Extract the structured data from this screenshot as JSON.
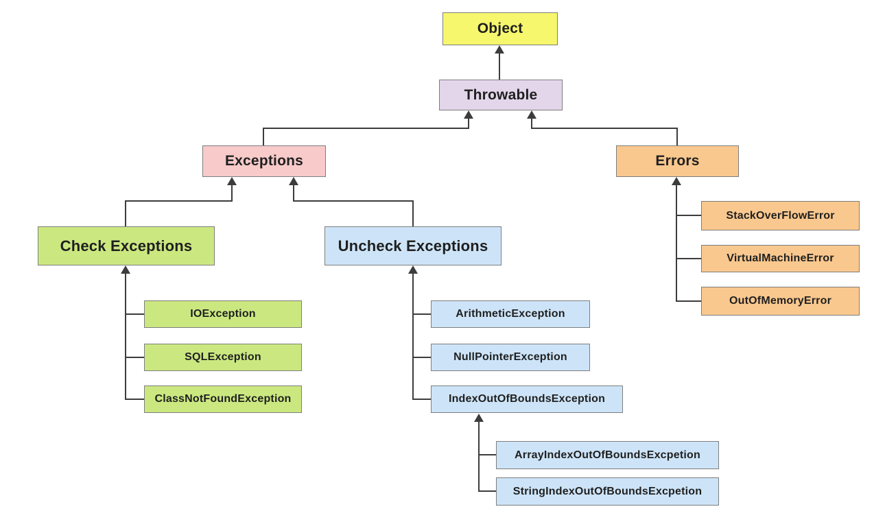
{
  "nodes": {
    "object": {
      "label": "Object",
      "fill": "#F7F76D"
    },
    "throwable": {
      "label": "Throwable",
      "fill": "#E3D6EA"
    },
    "exceptions": {
      "label": "Exceptions",
      "fill": "#F8CACA"
    },
    "errors": {
      "label": "Errors",
      "fill": "#F9C88E"
    },
    "check_exceptions": {
      "label": "Check Exceptions",
      "fill": "#CBE880"
    },
    "uncheck_exceptions": {
      "label": "Uncheck Exceptions",
      "fill": "#CDE4F8"
    },
    "io_exception": {
      "label": "IOException",
      "fill": "#CBE880"
    },
    "sql_exception": {
      "label": "SQLException",
      "fill": "#CBE880"
    },
    "class_not_found_exception": {
      "label": "ClassNotFoundException",
      "fill": "#CBE880"
    },
    "arithmetic_exception": {
      "label": "ArithmeticException",
      "fill": "#CDE4F8"
    },
    "null_pointer_exception": {
      "label": "NullPointerException",
      "fill": "#CDE4F8"
    },
    "index_out_of_bounds_exception": {
      "label": "IndexOutOfBoundsException",
      "fill": "#CDE4F8"
    },
    "stack_overflow_error": {
      "label": "StackOverFlowError",
      "fill": "#F9C88E"
    },
    "virtual_machine_error": {
      "label": "VirtualMachineError",
      "fill": "#F9C88E"
    },
    "out_of_memory_error": {
      "label": "OutOfMemoryError",
      "fill": "#F9C88E"
    },
    "array_index_out_of_bounds": {
      "label": "ArrayIndexOutOfBoundsExcpetion",
      "fill": "#CDE4F8"
    },
    "string_index_out_of_bounds": {
      "label": "StringIndexOutOfBoundsExcpetion",
      "fill": "#CDE4F8"
    }
  },
  "hierarchy": [
    {
      "child": "Throwable",
      "parent": "Object"
    },
    {
      "child": "Exceptions",
      "parent": "Throwable"
    },
    {
      "child": "Errors",
      "parent": "Throwable"
    },
    {
      "child": "Check Exceptions",
      "parent": "Exceptions"
    },
    {
      "child": "Uncheck Exceptions",
      "parent": "Exceptions"
    },
    {
      "child": "IOException",
      "parent": "Check Exceptions"
    },
    {
      "child": "SQLException",
      "parent": "Check Exceptions"
    },
    {
      "child": "ClassNotFoundException",
      "parent": "Check Exceptions"
    },
    {
      "child": "ArithmeticException",
      "parent": "Uncheck Exceptions"
    },
    {
      "child": "NullPointerException",
      "parent": "Uncheck Exceptions"
    },
    {
      "child": "IndexOutOfBoundsException",
      "parent": "Uncheck Exceptions"
    },
    {
      "child": "ArrayIndexOutOfBoundsExcpetion",
      "parent": "IndexOutOfBoundsException"
    },
    {
      "child": "StringIndexOutOfBoundsExcpetion",
      "parent": "IndexOutOfBoundsException"
    },
    {
      "child": "StackOverFlowError",
      "parent": "Errors"
    },
    {
      "child": "VirtualMachineError",
      "parent": "Errors"
    },
    {
      "child": "OutOfMemoryError",
      "parent": "Errors"
    }
  ],
  "colors": {
    "object_yellow": "#F7F76D",
    "throwable_lavender": "#E3D6EA",
    "exceptions_pink": "#F8CACA",
    "errors_orange": "#F9C88E",
    "checked_green": "#CBE880",
    "unchecked_blue": "#CDE4F8",
    "line": "#3c3c3c",
    "border": "#7d7d7d",
    "text": "#1f1f1f",
    "background": "#ffffff"
  }
}
